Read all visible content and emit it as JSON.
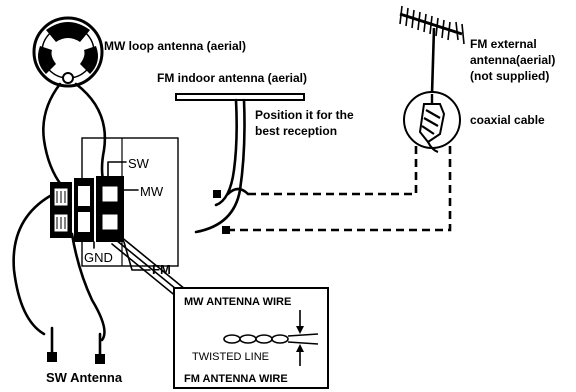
{
  "labels": {
    "mw_loop": "MW loop antenna (aerial)",
    "fm_indoor": "FM indoor antenna (aerial)",
    "position_line1": "Position it for the",
    "position_line2": "best reception",
    "fm_external_line1": "FM external",
    "fm_external_line2": "antenna(aerial)",
    "fm_external_line3": "(not supplied)",
    "coaxial": "coaxial cable",
    "terminal_sw": "SW",
    "terminal_mw": "MW",
    "terminal_gnd": "GND",
    "terminal_fm": "FM",
    "sw_antenna": "SW Antenna",
    "inset_mw_wire": "MW ANTENNA WIRE",
    "inset_twisted": "TWISTED LINE",
    "inset_fm_wire": "FM ANTENNA WIRE"
  },
  "icons": {
    "mw_loop": "loop-antenna-icon",
    "fm_indoor": "t-dipole-antenna-icon",
    "fm_external": "yagi-antenna-icon",
    "coax": "coaxial-connector-icon",
    "terminals": "antenna-terminal-block-icon"
  },
  "colors": {
    "ink": "#000000",
    "background": "#ffffff"
  }
}
